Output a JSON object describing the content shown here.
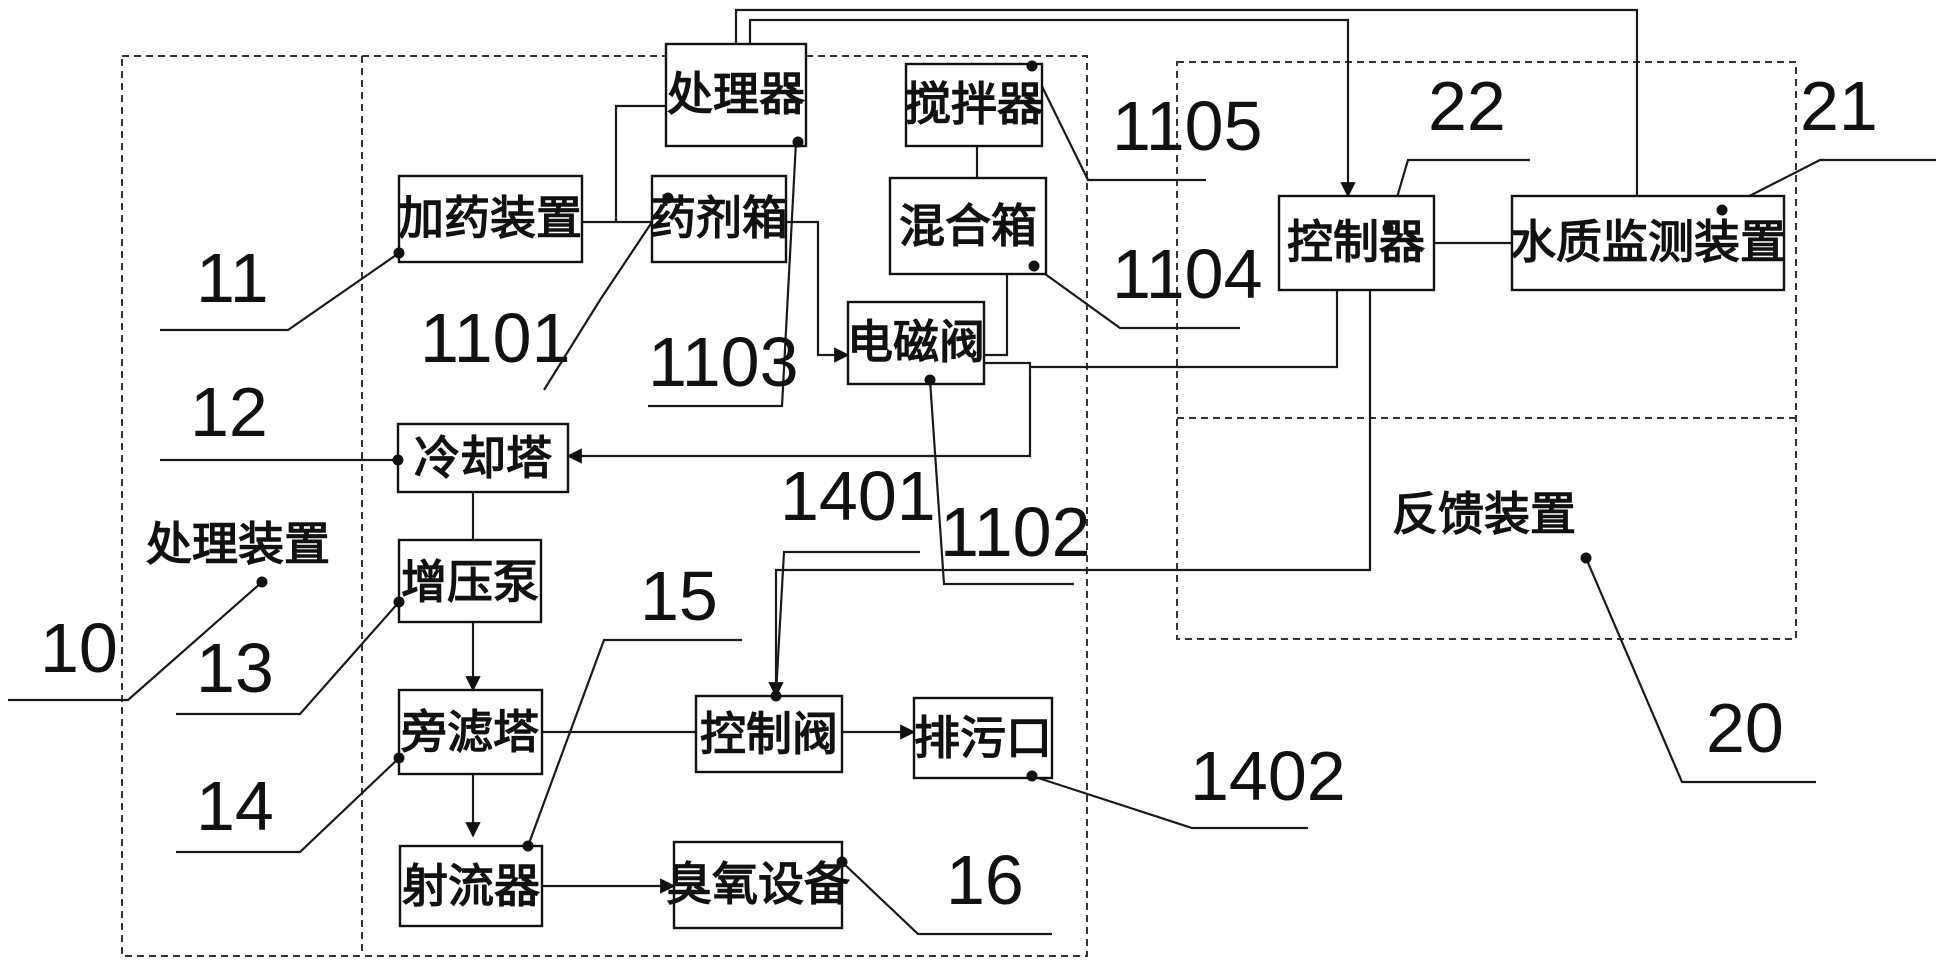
{
  "labels": {
    "processor": "处理器",
    "mixer": "搅拌器",
    "dosing_device": "加药装置",
    "reagent_box": "药剂箱",
    "mixing_box": "混合箱",
    "solenoid_valve": "电磁阀",
    "cooling_tower": "冷却塔",
    "booster_pump": "增压泵",
    "side_filter_tower": "旁滤塔",
    "control_valve": "控制阀",
    "sewage_outlet": "排污口",
    "ejector": "射流器",
    "ozone_equipment": "臭氧设备",
    "controller": "控制器",
    "water_quality_monitor": "水质监测装置",
    "treatment_device": "处理装置",
    "feedback_device": "反馈装置"
  },
  "refs": {
    "r10": "10",
    "r11": "11",
    "r12": "12",
    "r13": "13",
    "r14": "14",
    "r15": "15",
    "r16": "16",
    "r20": "20",
    "r21": "21",
    "r22": "22",
    "r1101": "1101",
    "r1102": "1102",
    "r1103": "1103",
    "r1104": "1104",
    "r1105": "1105",
    "r1401": "1401",
    "r1402": "1402"
  }
}
